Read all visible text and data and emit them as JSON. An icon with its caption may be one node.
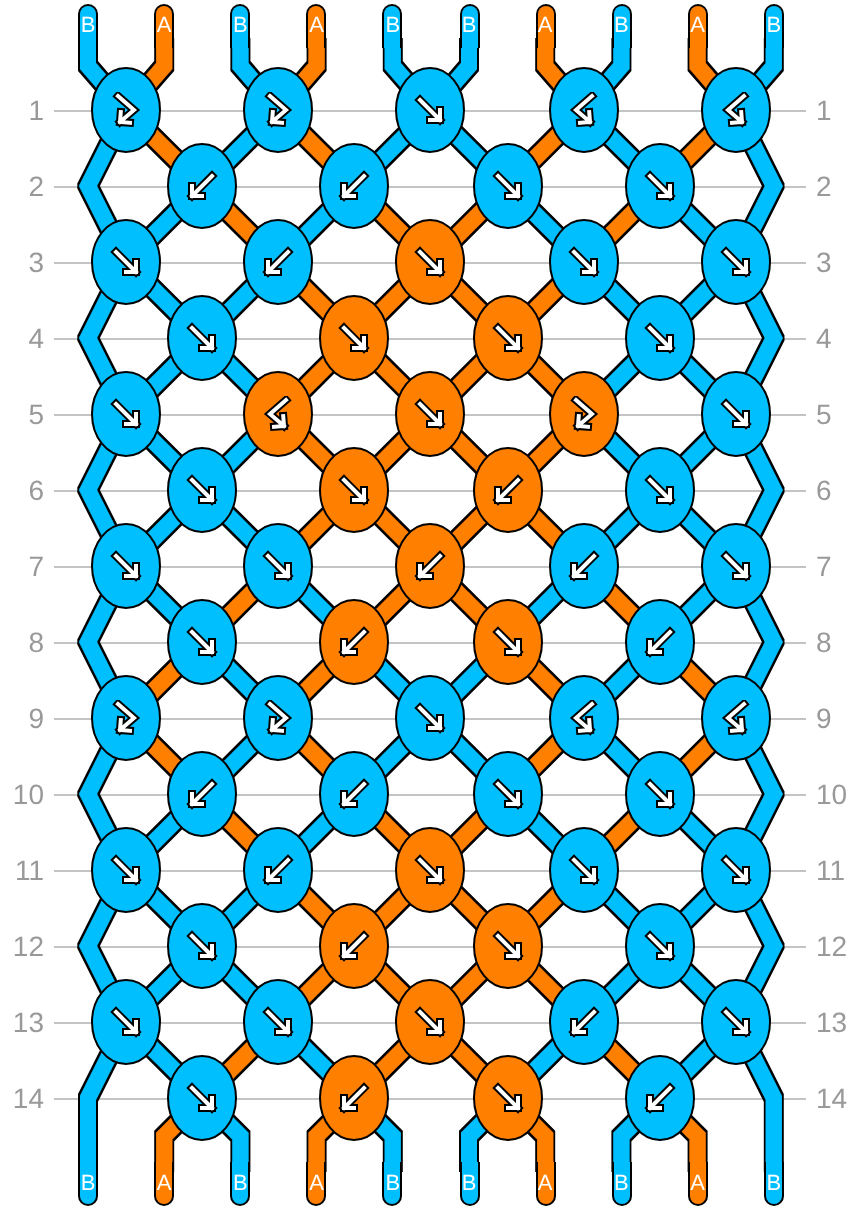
{
  "diagram": {
    "nodes": [
      {
        "text": [
          "B"
        ]
      },
      {
        "text": [
          "A"
        ]
      },
      {
        "text": [
          "B"
        ]
      },
      {
        "text": [
          "A"
        ]
      },
      {
        "text": [
          "B"
        ]
      },
      {
        "text": [
          "B"
        ]
      },
      {
        "text": [
          "A"
        ]
      },
      {
        "text": [
          "B"
        ]
      },
      {
        "text": [
          "A"
        ]
      },
      {
        "text": [
          "B"
        ]
      },
      {
        "text": [],
        "shape": "ellipse"
      },
      {
        "text": [],
        "shape": "ellipse"
      },
      {
        "text": [],
        "shape": "ellipse"
      },
      {
        "text": [],
        "shape": "ellipse"
      },
      {
        "text": [],
        "shape": "ellipse"
      },
      {
        "text": [],
        "shape": "ellipse"
      },
      {
        "text": [],
        "shape": "ellipse"
      },
      {
        "text": [],
        "shape": "ellipse"
      },
      {
        "text": [],
        "shape": "ellipse"
      },
      {
        "text": [],
        "shape": "ellipse"
      },
      {
        "text": [],
        "shape": "ellipse"
      },
      {
        "text": [],
        "shape": "ellipse"
      },
      {
        "text": [],
        "shape": "ellipse"
      },
      {
        "text": [],
        "shape": "ellipse"
      },
      {
        "text": [],
        "shape": "ellipse"
      },
      {
        "text": [],
        "shape": "ellipse"
      },
      {
        "text": [],
        "shape": "ellipse"
      },
      {
        "text": [],
        "shape": "ellipse"
      },
      {
        "text": [],
        "shape": "ellipse"
      },
      {
        "text": [],
        "shape": "ellipse"
      },
      {
        "text": [],
        "shape": "ellipse"
      },
      {
        "text": [],
        "shape": "ellipse"
      },
      {
        "text": [],
        "shape": "ellipse"
      },
      {
        "text": [],
        "shape": "ellipse"
      },
      {
        "text": [],
        "shape": "ellipse"
      },
      {
        "text": [],
        "shape": "ellipse"
      },
      {
        "text": [],
        "shape": "ellipse"
      },
      {
        "text": [],
        "shape": "ellipse"
      },
      {
        "text": [],
        "shape": "ellipse"
      },
      {
        "text": [],
        "shape": "ellipse"
      },
      {
        "text": [],
        "shape": "ellipse"
      },
      {
        "text": [],
        "shape": "ellipse"
      },
      {
        "text": [],
        "shape": "ellipse"
      },
      {
        "text": [],
        "shape": "ellipse"
      },
      {
        "text": [],
        "shape": "ellipse"
      },
      {
        "text": [],
        "shape": "ellipse"
      },
      {
        "text": [],
        "shape": "ellipse"
      },
      {
        "text": [],
        "shape": "ellipse"
      },
      {
        "text": [],
        "shape": "ellipse"
      },
      {
        "text": [],
        "shape": "ellipse"
      },
      {
        "text": [],
        "shape": "ellipse"
      },
      {
        "text": [],
        "shape": "ellipse"
      },
      {
        "text": [],
        "shape": "ellipse"
      },
      {
        "text": [],
        "shape": "ellipse"
      },
      {
        "text": [],
        "shape": "ellipse"
      },
      {
        "text": [],
        "shape": "ellipse"
      },
      {
        "text": [],
        "shape": "ellipse"
      },
      {
        "text": [],
        "shape": "ellipse"
      },
      {
        "text": [],
        "shape": "ellipse"
      },
      {
        "text": [],
        "shape": "ellipse"
      },
      {
        "text": [],
        "shape": "ellipse"
      },
      {
        "text": [],
        "shape": "ellipse"
      },
      {
        "text": [],
        "shape": "ellipse"
      },
      {
        "text": [],
        "shape": "ellipse"
      },
      {
        "text": [],
        "shape": "ellipse"
      },
      {
        "text": [],
        "shape": "ellipse"
      },
      {
        "text": [],
        "shape": "ellipse"
      },
      {
        "text": [],
        "shape": "ellipse"
      },
      {
        "text": [],
        "shape": "ellipse"
      },
      {
        "text": [],
        "shape": "ellipse"
      },
      {
        "text": [],
        "shape": "ellipse"
      },
      {
        "text": [],
        "shape": "ellipse"
      },
      {
        "text": [],
        "shape": "ellipse"
      },
      {
        "text": [
          "B"
        ]
      },
      {
        "text": [
          "A"
        ]
      },
      {
        "text": [
          "B"
        ]
      },
      {
        "text": [
          "A"
        ]
      },
      {
        "text": [
          "B"
        ]
      },
      {
        "text": [
          "B"
        ]
      },
      {
        "text": [
          "A"
        ]
      },
      {
        "text": [
          "B"
        ]
      },
      {
        "text": [
          "A"
        ]
      },
      {
        "text": [
          "B"
        ]
      }
    ],
    "edges": [
      {
        "from": 0,
        "to": 10,
        "arrow": "none"
      },
      {
        "from": 1,
        "to": 10,
        "arrow": "none",
        "color": "#ff7f00"
      },
      {
        "from": 2,
        "to": 11,
        "arrow": "none"
      },
      {
        "from": 3,
        "to": 11,
        "arrow": "none",
        "color": "#ff7f00"
      },
      {
        "from": 4,
        "to": 12,
        "arrow": "none"
      },
      {
        "from": 5,
        "to": 12,
        "arrow": "none"
      },
      {
        "from": 6,
        "to": 13,
        "arrow": "none",
        "color": "#ff7f00"
      },
      {
        "from": 7,
        "to": 13,
        "arrow": "none"
      },
      {
        "from": 8,
        "to": 14,
        "arrow": "none",
        "color": "#ff7f00"
      },
      {
        "from": 9,
        "to": 14,
        "arrow": "none"
      },
      {
        "from": 10,
        "to": 19,
        "arrow": "none"
      },
      {
        "from": 10,
        "to": 15,
        "arrow": "none",
        "color": "#ff7f00"
      },
      {
        "from": 11,
        "to": 15,
        "arrow": "none"
      },
      {
        "from": 11,
        "to": 16,
        "arrow": "none",
        "color": "#ff7f00"
      },
      {
        "from": 12,
        "to": 16,
        "arrow": "none"
      },
      {
        "from": 12,
        "to": 17,
        "arrow": "none"
      },
      {
        "from": 13,
        "to": 17,
        "arrow": "none",
        "color": "#ff7f00"
      },
      {
        "from": 13,
        "to": 18,
        "arrow": "none"
      },
      {
        "from": 14,
        "to": 18,
        "arrow": "none",
        "color": "#ff7f00"
      },
      {
        "from": 14,
        "to": 23,
        "arrow": "none"
      },
      {
        "from": 15,
        "to": 19,
        "arrow": "none"
      },
      {
        "from": 15,
        "to": 20,
        "arrow": "none",
        "color": "#ff7f00"
      },
      {
        "from": 16,
        "to": 20,
        "arrow": "none"
      },
      {
        "from": 16,
        "to": 21,
        "arrow": "none",
        "color": "#ff7f00"
      },
      {
        "from": 17,
        "to": 21,
        "arrow": "none",
        "color": "#ff7f00"
      },
      {
        "from": 17,
        "to": 22,
        "arrow": "none"
      },
      {
        "from": 18,
        "to": 22,
        "arrow": "none",
        "color": "#ff7f00"
      },
      {
        "from": 18,
        "to": 23,
        "arrow": "none"
      },
      {
        "from": 19,
        "to": 28,
        "arrow": "none"
      },
      {
        "from": 19,
        "to": 24,
        "arrow": "none"
      },
      {
        "from": 20,
        "to": 24,
        "arrow": "none"
      },
      {
        "from": 20,
        "to": 25,
        "arrow": "none",
        "color": "#ff7f00"
      },
      {
        "from": 21,
        "to": 25,
        "arrow": "none",
        "color": "#ff7f00"
      },
      {
        "from": 21,
        "to": 26,
        "arrow": "none",
        "color": "#ff7f00"
      },
      {
        "from": 22,
        "to": 26,
        "arrow": "none",
        "color": "#ff7f00"
      },
      {
        "from": 22,
        "to": 27,
        "arrow": "none"
      },
      {
        "from": 23,
        "to": 27,
        "arrow": "none"
      },
      {
        "from": 23,
        "to": 32,
        "arrow": "none"
      },
      {
        "from": 24,
        "to": 28,
        "arrow": "none"
      },
      {
        "from": 24,
        "to": 29,
        "arrow": "none"
      },
      {
        "from": 25,
        "to": 29,
        "arrow": "none",
        "color": "#ff7f00"
      },
      {
        "from": 25,
        "to": 30,
        "arrow": "none",
        "color": "#ff7f00"
      },
      {
        "from": 26,
        "to": 30,
        "arrow": "none",
        "color": "#ff7f00"
      },
      {
        "from": 26,
        "to": 31,
        "arrow": "none",
        "color": "#ff7f00"
      },
      {
        "from": 27,
        "to": 31,
        "arrow": "none"
      },
      {
        "from": 27,
        "to": 32,
        "arrow": "none"
      },
      {
        "from": 28,
        "to": 37,
        "arrow": "none"
      },
      {
        "from": 28,
        "to": 33,
        "arrow": "none"
      },
      {
        "from": 29,
        "to": 33,
        "arrow": "none"
      },
      {
        "from": 29,
        "to": 34,
        "arrow": "none",
        "color": "#ff7f00"
      },
      {
        "from": 30,
        "to": 34,
        "arrow": "none",
        "color": "#ff7f00"
      },
      {
        "from": 30,
        "to": 35,
        "arrow": "none",
        "color": "#ff7f00"
      },
      {
        "from": 31,
        "to": 35,
        "arrow": "none",
        "color": "#ff7f00"
      },
      {
        "from": 31,
        "to": 36,
        "arrow": "none"
      },
      {
        "from": 32,
        "to": 36,
        "arrow": "none"
      },
      {
        "from": 32,
        "to": 41,
        "arrow": "none"
      },
      {
        "from": 33,
        "to": 37,
        "arrow": "none"
      },
      {
        "from": 33,
        "to": 38,
        "arrow": "none"
      },
      {
        "from": 34,
        "to": 38,
        "arrow": "none",
        "color": "#ff7f00"
      },
      {
        "from": 34,
        "to": 39,
        "arrow": "none",
        "color": "#ff7f00"
      },
      {
        "from": 35,
        "to": 39,
        "arrow": "none",
        "color": "#ff7f00"
      },
      {
        "from": 35,
        "to": 40,
        "arrow": "none",
        "color": "#ff7f00"
      },
      {
        "from": 36,
        "to": 40,
        "arrow": "none"
      },
      {
        "from": 36,
        "to": 41,
        "arrow": "none"
      },
      {
        "from": 37,
        "to": 46,
        "arrow": "none"
      },
      {
        "from": 37,
        "to": 42,
        "arrow": "none"
      },
      {
        "from": 38,
        "to": 42,
        "arrow": "none",
        "color": "#ff7f00"
      },
      {
        "from": 38,
        "to": 43,
        "arrow": "none"
      },
      {
        "from": 39,
        "to": 43,
        "arrow": "none",
        "color": "#ff7f00"
      },
      {
        "from": 39,
        "to": 44,
        "arrow": "none",
        "color": "#ff7f00"
      },
      {
        "from": 40,
        "to": 44,
        "arrow": "none"
      },
      {
        "from": 40,
        "to": 45,
        "arrow": "none",
        "color": "#ff7f00"
      },
      {
        "from": 41,
        "to": 45,
        "arrow": "none"
      },
      {
        "from": 41,
        "to": 50,
        "arrow": "none"
      },
      {
        "from": 42,
        "to": 46,
        "arrow": "none",
        "color": "#ff7f00"
      },
      {
        "from": 42,
        "to": 47,
        "arrow": "none"
      },
      {
        "from": 43,
        "to": 47,
        "arrow": "none",
        "color": "#ff7f00"
      },
      {
        "from": 43,
        "to": 48,
        "arrow": "none"
      },
      {
        "from": 44,
        "to": 48,
        "arrow": "none"
      },
      {
        "from": 44,
        "to": 49,
        "arrow": "none",
        "color": "#ff7f00"
      },
      {
        "from": 45,
        "to": 49,
        "arrow": "none"
      },
      {
        "from": 45,
        "to": 50,
        "arrow": "none",
        "color": "#ff7f00"
      },
      {
        "from": 46,
        "to": 55,
        "arrow": "none"
      },
      {
        "from": 46,
        "to": 51,
        "arrow": "none",
        "color": "#ff7f00"
      },
      {
        "from": 47,
        "to": 51,
        "arrow": "none"
      },
      {
        "from": 47,
        "to": 52,
        "arrow": "none",
        "color": "#ff7f00"
      },
      {
        "from": 48,
        "to": 52,
        "arrow": "none"
      },
      {
        "from": 48,
        "to": 53,
        "arrow": "none"
      },
      {
        "from": 49,
        "to": 53,
        "arrow": "none",
        "color": "#ff7f00"
      },
      {
        "from": 49,
        "to": 54,
        "arrow": "none"
      },
      {
        "from": 50,
        "to": 54,
        "arrow": "none",
        "color": "#ff7f00"
      },
      {
        "from": 50,
        "to": 59,
        "arrow": "none"
      },
      {
        "from": 51,
        "to": 55,
        "arrow": "none"
      },
      {
        "from": 51,
        "to": 56,
        "arrow": "none",
        "color": "#ff7f00"
      },
      {
        "from": 52,
        "to": 56,
        "arrow": "none"
      },
      {
        "from": 52,
        "to": 57,
        "arrow": "none",
        "color": "#ff7f00"
      },
      {
        "from": 53,
        "to": 57,
        "arrow": "none",
        "color": "#ff7f00"
      },
      {
        "from": 53,
        "to": 58,
        "arrow": "none"
      },
      {
        "from": 54,
        "to": 58,
        "arrow": "none",
        "color": "#ff7f00"
      },
      {
        "from": 54,
        "to": 59,
        "arrow": "none"
      },
      {
        "from": 55,
        "to": 64,
        "arrow": "none"
      },
      {
        "from": 55,
        "to": 60,
        "arrow": "none"
      },
      {
        "from": 56,
        "to": 60,
        "arrow": "none"
      },
      {
        "from": 56,
        "to": 61,
        "arrow": "none",
        "color": "#ff7f00"
      },
      {
        "from": 57,
        "to": 61,
        "arrow": "none",
        "color": "#ff7f00"
      },
      {
        "from": 57,
        "to": 62,
        "arrow": "none",
        "color": "#ff7f00"
      },
      {
        "from": 58,
        "to": 62,
        "arrow": "none",
        "color": "#ff7f00"
      },
      {
        "from": 58,
        "to": 63,
        "arrow": "none"
      },
      {
        "from": 59,
        "to": 63,
        "arrow": "none"
      },
      {
        "from": 59,
        "to": 68,
        "arrow": "none"
      },
      {
        "from": 60,
        "to": 64,
        "arrow": "none"
      },
      {
        "from": 60,
        "to": 65,
        "arrow": "none"
      },
      {
        "from": 61,
        "to": 65,
        "arrow": "none",
        "color": "#ff7f00"
      },
      {
        "from": 61,
        "to": 66,
        "arrow": "none",
        "color": "#ff7f00"
      },
      {
        "from": 62,
        "to": 66,
        "arrow": "none",
        "color": "#ff7f00"
      },
      {
        "from": 62,
        "to": 67,
        "arrow": "none",
        "color": "#ff7f00"
      },
      {
        "from": 63,
        "to": 67,
        "arrow": "none"
      },
      {
        "from": 63,
        "to": 68,
        "arrow": "none"
      },
      {
        "from": 64,
        "to": 73,
        "arrow": "none"
      },
      {
        "from": 64,
        "to": 69,
        "arrow": "none"
      },
      {
        "from": 65,
        "to": 69,
        "arrow": "none",
        "color": "#ff7f00"
      },
      {
        "from": 65,
        "to": 70,
        "arrow": "none"
      },
      {
        "from": 66,
        "to": 70,
        "arrow": "none",
        "color": "#ff7f00"
      },
      {
        "from": 66,
        "to": 71,
        "arrow": "none",
        "color": "#ff7f00"
      },
      {
        "from": 67,
        "to": 71,
        "arrow": "none"
      },
      {
        "from": 67,
        "to": 72,
        "arrow": "none",
        "color": "#ff7f00"
      },
      {
        "from": 68,
        "to": 72,
        "arrow": "none"
      },
      {
        "from": 68,
        "to": 82,
        "arrow": "none"
      },
      {
        "from": 69,
        "to": 74,
        "arrow": "none",
        "color": "#ff7f00"
      },
      {
        "from": 69,
        "to": 75,
        "arrow": "none"
      },
      {
        "from": 70,
        "to": 76,
        "arrow": "none",
        "color": "#ff7f00"
      },
      {
        "from": 70,
        "to": 77,
        "arrow": "none"
      },
      {
        "from": 71,
        "to": 78,
        "arrow": "none"
      },
      {
        "from": 71,
        "to": 79,
        "arrow": "none",
        "color": "#ff7f00"
      },
      {
        "from": 72,
        "to": 80,
        "arrow": "none"
      },
      {
        "from": 72,
        "to": 81,
        "arrow": "none",
        "color": "#ff7f00"
      }
    ],
    "labels": [
      "1",
      "1",
      "2",
      "2",
      "3",
      "3",
      "4",
      "4",
      "5",
      "5",
      "6",
      "6",
      "7",
      "7",
      "8",
      "8",
      "9",
      "9",
      "10",
      "10",
      "11",
      "11",
      "12",
      "12",
      "13",
      "13",
      "14",
      "14"
    ]
  }
}
